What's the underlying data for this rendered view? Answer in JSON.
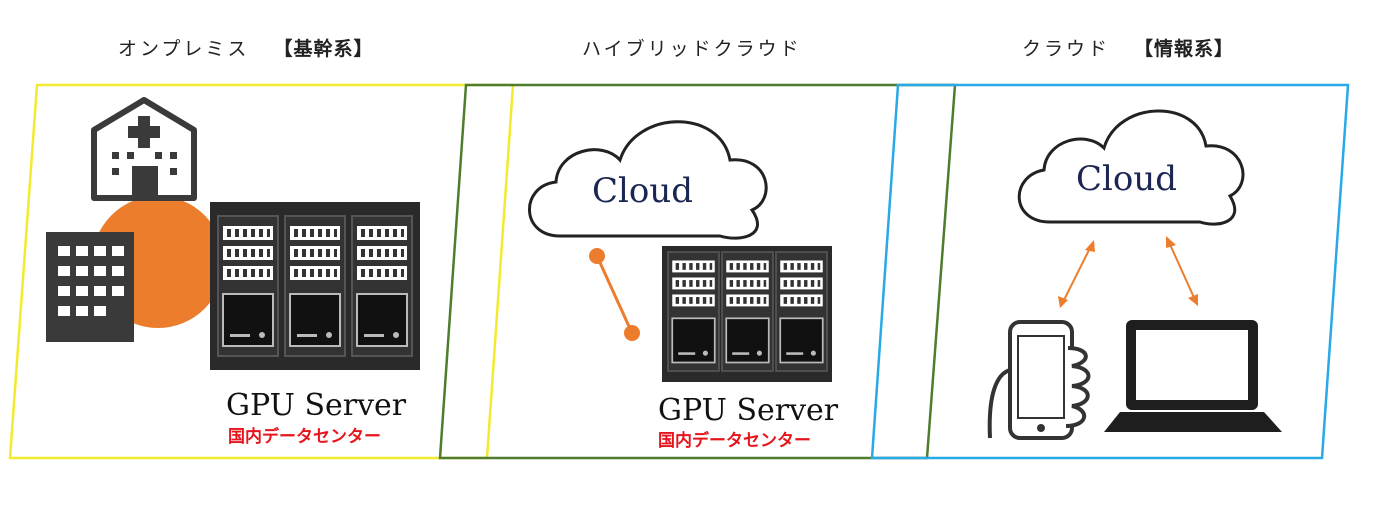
{
  "columns": [
    {
      "title": "オンプレミス",
      "subtitle": "【基幹系】"
    },
    {
      "title": "ハイブリッドクラウド",
      "subtitle": ""
    },
    {
      "title": "クラウド",
      "subtitle": "【情報系】"
    }
  ],
  "onprem": {
    "server_label": "GPU Server",
    "dc_label": "国内データセンター"
  },
  "hybrid": {
    "cloud_label": "Cloud",
    "server_label": "GPU Server",
    "dc_label": "国内データセンター"
  },
  "cloud": {
    "cloud_label": "Cloud"
  },
  "colors": {
    "onprem_border": "#f2ea2e",
    "hybrid_border": "#4f7d2e",
    "cloud_border": "#29a9e6",
    "accent": "#ec7d2c",
    "dark": "#3a3a3a",
    "label_red": "#e8141c"
  }
}
